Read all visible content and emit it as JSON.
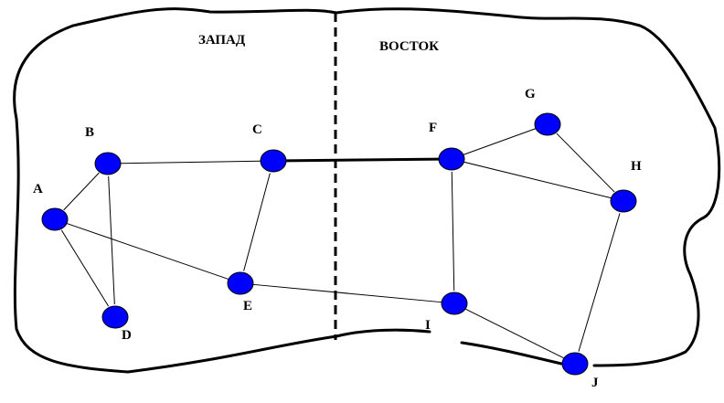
{
  "regions": {
    "west": "ЗАПАД",
    "east": "ВОСТОК"
  },
  "colors": {
    "node_fill": "#0000ff",
    "node_stroke": "#000000",
    "edge": "#000000",
    "background": "#ffffff"
  },
  "nodes": [
    {
      "id": "A",
      "label": "A"
    },
    {
      "id": "B",
      "label": "B"
    },
    {
      "id": "C",
      "label": "C"
    },
    {
      "id": "D",
      "label": "D"
    },
    {
      "id": "E",
      "label": "E"
    },
    {
      "id": "F",
      "label": "F"
    },
    {
      "id": "G",
      "label": "G"
    },
    {
      "id": "H",
      "label": "H"
    },
    {
      "id": "I",
      "label": "I"
    },
    {
      "id": "J",
      "label": "J"
    }
  ],
  "edges": [
    {
      "from": "A",
      "to": "B",
      "heavy": false
    },
    {
      "from": "A",
      "to": "D",
      "heavy": false
    },
    {
      "from": "A",
      "to": "E",
      "heavy": false
    },
    {
      "from": "B",
      "to": "C",
      "heavy": false
    },
    {
      "from": "B",
      "to": "D",
      "heavy": false
    },
    {
      "from": "C",
      "to": "E",
      "heavy": false
    },
    {
      "from": "C",
      "to": "F",
      "heavy": true
    },
    {
      "from": "E",
      "to": "I",
      "heavy": false
    },
    {
      "from": "F",
      "to": "G",
      "heavy": false
    },
    {
      "from": "F",
      "to": "H",
      "heavy": false
    },
    {
      "from": "F",
      "to": "I",
      "heavy": false
    },
    {
      "from": "G",
      "to": "H",
      "heavy": false
    },
    {
      "from": "H",
      "to": "J",
      "heavy": false
    },
    {
      "from": "I",
      "to": "J",
      "heavy": false
    }
  ]
}
